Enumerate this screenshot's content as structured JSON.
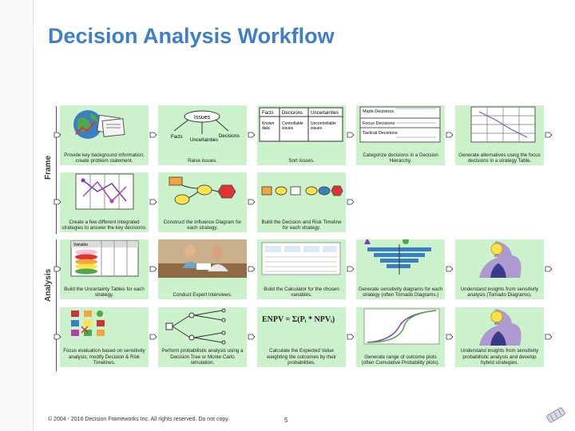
{
  "title": "Decision Analysis Workflow",
  "sections": {
    "frame": "Frame",
    "analysis": "Analysis"
  },
  "rows": [
    [
      {
        "caption": "Provide key background information; create problem statement.",
        "icon": "globe-papers-icon"
      },
      {
        "caption": "Raise issues.",
        "icon": "issues-diagram-icon",
        "labels": {
          "issues": "Issues",
          "facts": "Facts",
          "decisions": "Decisions",
          "uncertainties": "Uncertainties"
        }
      },
      {
        "caption": "Sort issues.",
        "icon": "issue-table-icon",
        "labels": {
          "col1": "Facts",
          "col2": "Decisions",
          "col3": "Uncertainties",
          "r1": "Known data",
          "r2": "Controllable issues",
          "r3": "Uncontrollable issues"
        }
      },
      {
        "caption": "Categorize decisions in a Decision Hierarchy.",
        "icon": "decision-hierarchy-icon",
        "labels": {
          "made": "Made Decisions",
          "focus": "Focus Decisions",
          "tactical": "Tactical Decisions"
        }
      },
      {
        "caption": "Generate alternatives using the focus decisions in a strategy Table.",
        "icon": "strategy-table-icon"
      }
    ],
    [
      {
        "caption": "Create a few different integrated strategies to answer the key decisions.",
        "icon": "strategy-paths-icon"
      },
      {
        "caption": "Construct the Influence Diagram for each strategy.",
        "icon": "influence-diagram-icon"
      },
      {
        "caption": "Build the Decision and Risk Timeline for each strategy.",
        "icon": "timeline-icon"
      },
      null,
      null
    ],
    [
      {
        "caption": "Build the Uncertainty Tables for each strategy.",
        "icon": "uncertainty-table-icon",
        "labels": {
          "variable": "Variable"
        }
      },
      {
        "caption": "Conduct Expert Interviews.",
        "icon": "expert-interview-photo"
      },
      {
        "caption": "Build the Calculator for the chosen variables.",
        "icon": "calculator-icon"
      },
      {
        "caption": "Generate sensitivity diagrams for each strategy (often Tornado Diagrams.)",
        "icon": "tornado-diagram-icon"
      },
      {
        "caption": "Understand insights from sensitivity analysis (Tornado Diagrams).",
        "icon": "insight-lightbulb-icon"
      }
    ],
    [
      {
        "caption": "Focus evaluation based on sensitivity analysis; modify Decision & Risk Timelines.",
        "icon": "focus-evaluation-icon"
      },
      {
        "caption": "Perform probabilistic analysis using a Decision Tree or Monte Carlo simulation.",
        "icon": "decision-tree-icon"
      },
      {
        "caption": "Calculate the Expected Value weighting the outcomes by their probabilities.",
        "icon": "expected-value-formula",
        "formula": "ENPV = Σ(Pᵢ * NPVᵢ)"
      },
      {
        "caption": "Generate range of outcome plots (often Cumulative Probability plots).",
        "icon": "cumulative-plot-icon"
      },
      {
        "caption": "Understand insights from sensitivity probabilistic analysis and develop hybrid strategies.",
        "icon": "insight-lightbulb-icon"
      }
    ]
  ],
  "footer": "© 2004 - 2016 Decision Frameworks Inc. All rights reserved. Do not copy.",
  "page_number": "5",
  "colors": {
    "card": "#ccf2cc",
    "title": "#3f7fc8",
    "arrow": "#ffffff"
  }
}
